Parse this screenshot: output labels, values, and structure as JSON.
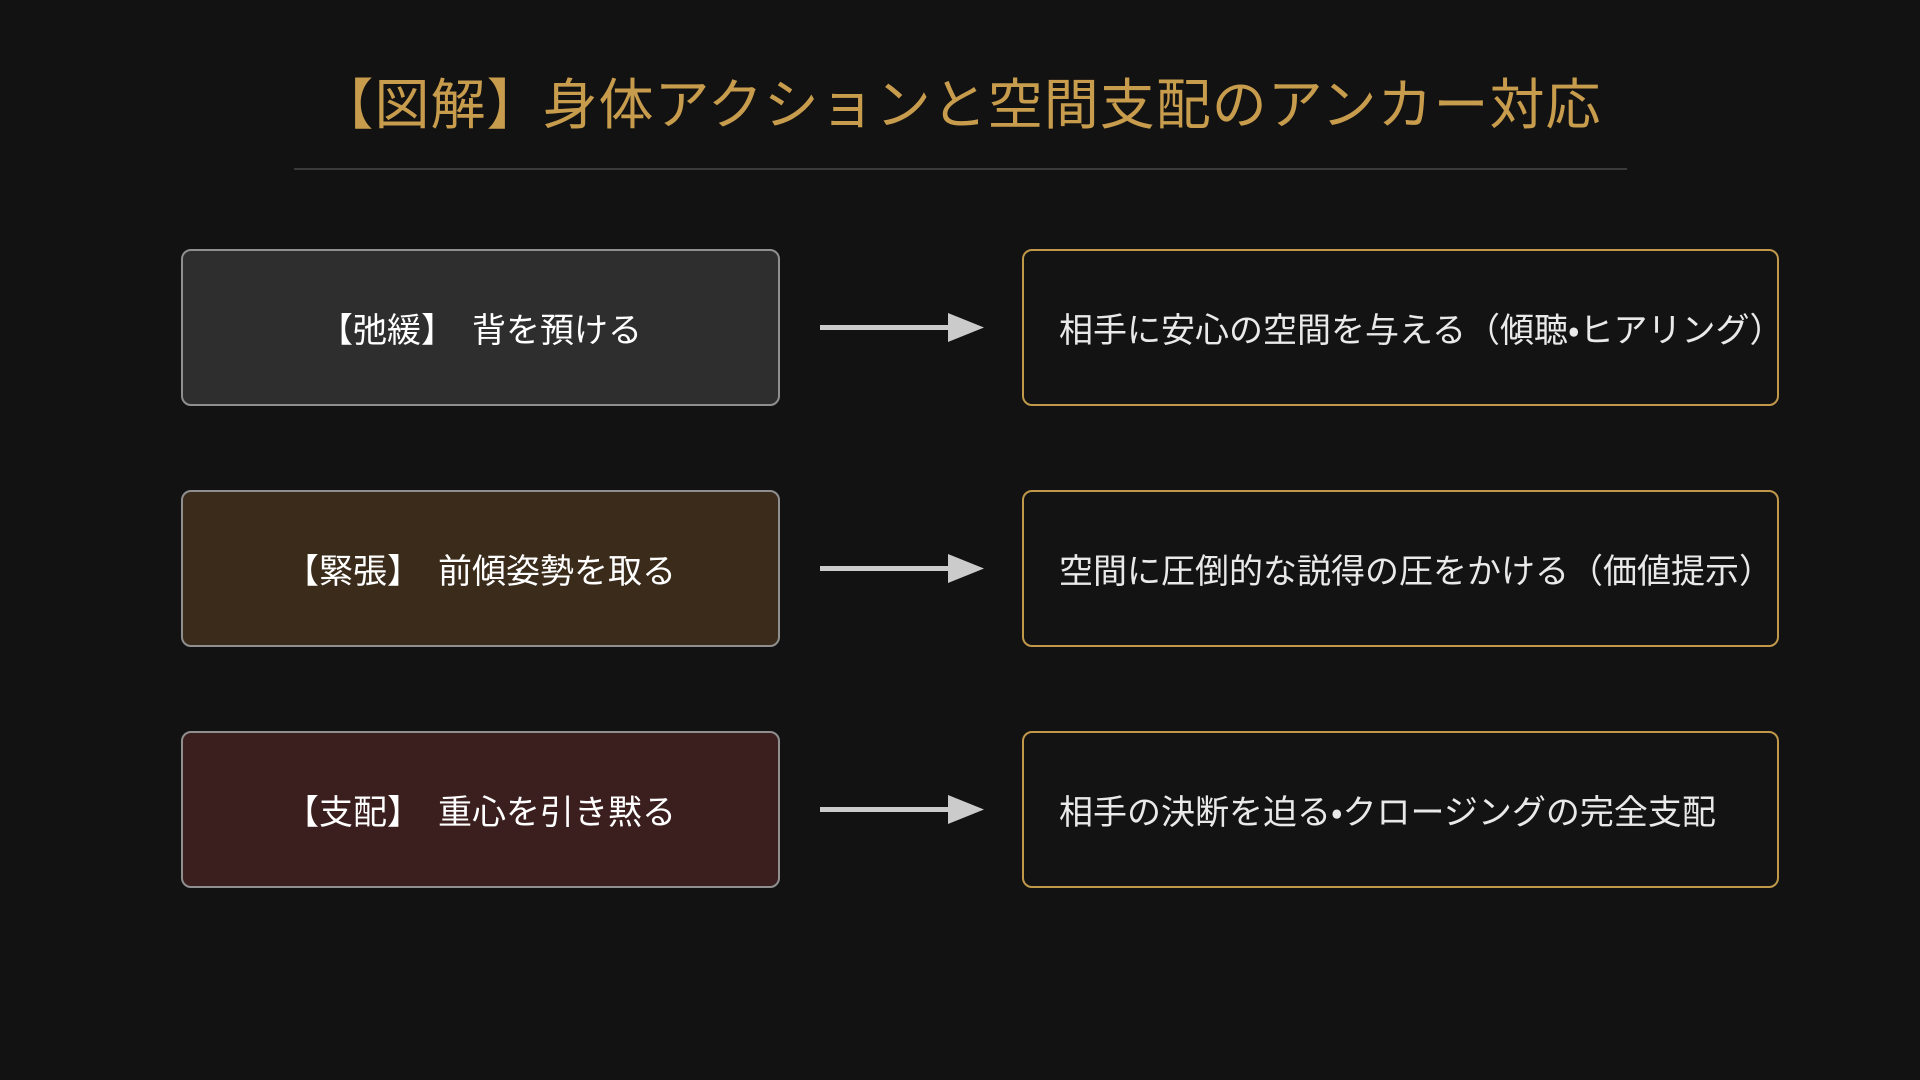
{
  "page": {
    "title": "【図解】身体アクションと空間支配のアンカー対応",
    "colors": {
      "background": "#121212",
      "title_gold": "#c89c4d",
      "divider_gray": "#3a3a3a",
      "arrow_gray": "#cbcbcb",
      "action_border_gray": "#8f8f8f",
      "effect_border_gold": "#c0984a",
      "action_text": "#ffffff",
      "effect_text": "#e9e9e9"
    }
  },
  "diagram": {
    "rows": [
      {
        "action_label": "【弛緩】　背を預ける",
        "action_bg": "#2e2e2e",
        "effect_label": "相手に安心の空間を与える（傾聴・ヒアリング）"
      },
      {
        "action_label": "【緊張】　前傾姿勢を取る",
        "action_bg": "#3a2b1b",
        "effect_label": "空間に圧倒的な説得の圧をかける（価値提示）"
      },
      {
        "action_label": "【支配】　重心を引き黙る",
        "action_bg": "#3b1e1e",
        "effect_label": "相手の決断を迫る・クロージングの完全支配"
      }
    ]
  }
}
